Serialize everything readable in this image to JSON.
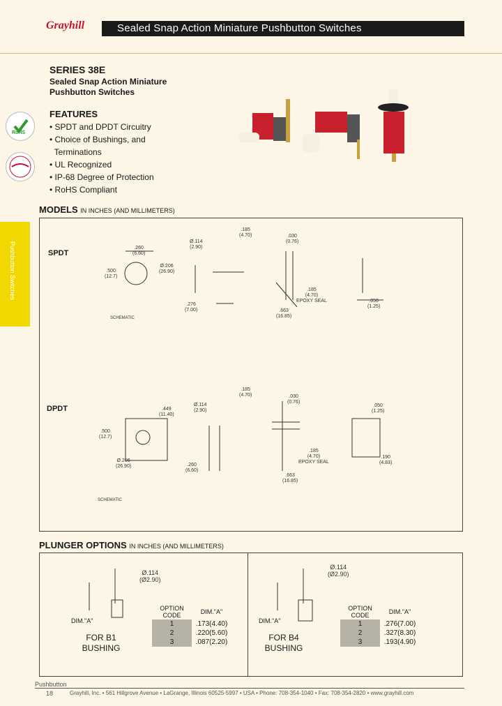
{
  "header": {
    "brand": "Grayhill",
    "title": "Sealed Snap Action Miniature Pushbutton Switches"
  },
  "side_tab": "Pushbutton Switches",
  "series": {
    "name": "SERIES 38E",
    "subtitle": "Sealed Snap Action Miniature Pushbutton Switches"
  },
  "features": {
    "heading": "FEATURES",
    "items": [
      "SPDT and DPDT Circuitry",
      "Choice of Bushings, and",
      "Terminations",
      "UL Recognized",
      "IP-68 Degree of Protection",
      "RoHS Compliant"
    ]
  },
  "badges": {
    "rohs": "RoHS"
  },
  "models": {
    "heading": "MODELS",
    "units": "IN INCHES (AND MILLIMETERS)",
    "spdt": {
      "label": "SPDT",
      "dims": [
        ".260",
        "(6.60)",
        ".500",
        "(12.7)",
        "Ø.114",
        "(2.90)",
        "Ø.206",
        "(26.90)",
        ".276",
        "(7.00)",
        ".185",
        "(4.70)",
        ".030",
        "(0.76)",
        ".185",
        "(4.70)",
        "EPOXY SEAL",
        ".050",
        "(1.25)",
        ".663",
        "(16.85)"
      ],
      "schematic": "SCHEMATIC"
    },
    "dpdt": {
      "label": "DPDT",
      "dims": [
        ".449",
        "(11.40)",
        ".500",
        "(12.7)",
        "Ø.114",
        "(2.90)",
        "Ø.206",
        "(26.90)",
        ".260",
        "(6.60)",
        ".185",
        "(4.70)",
        ".030",
        "(0.76)",
        ".185",
        "(4.70)",
        "EPOXY SEAL",
        ".663",
        "(16.85)",
        ".050",
        "(1.25)",
        ".190",
        "(4.83)"
      ],
      "schematic": "SCHEMATIC"
    }
  },
  "plunger": {
    "heading": "PLUNGER OPTIONS",
    "units": "IN INCHES (AND MILLIMETERS)",
    "b1": {
      "dia": "Ø.114",
      "dia_mm": "(Ø2.90)",
      "dim_label": "DIM.\"A\"",
      "for": "FOR B1",
      "bushing": "BUSHING",
      "table": {
        "h1": "OPTION CODE",
        "h2": "DIM.\"A\"",
        "rows": [
          [
            "1",
            ".173(4.40)"
          ],
          [
            "2",
            ".220(5.60)"
          ],
          [
            "3",
            ".087(2.20)"
          ]
        ]
      }
    },
    "b4": {
      "dia": "Ø.114",
      "dia_mm": "(Ø2.90)",
      "dim_label": "DIM.\"A\"",
      "for": "FOR B4",
      "bushing": "BUSHING",
      "table": {
        "h1": "OPTION CODE",
        "h2": "DIM.\"A\"",
        "rows": [
          [
            "1",
            ".276(7.00)"
          ],
          [
            "2",
            ".327(8.30)"
          ],
          [
            "3",
            ".193(4.90)"
          ]
        ]
      }
    }
  },
  "footer": {
    "section": "Pushbutton",
    "page": "18",
    "address": "Grayhill, Inc. • 561 Hillgrove Avenue • LaGrange, Illinois 60525-5997 • USA • Phone: 708-354-1040 • Fax: 708-354-2820 • www.grayhill.com"
  }
}
